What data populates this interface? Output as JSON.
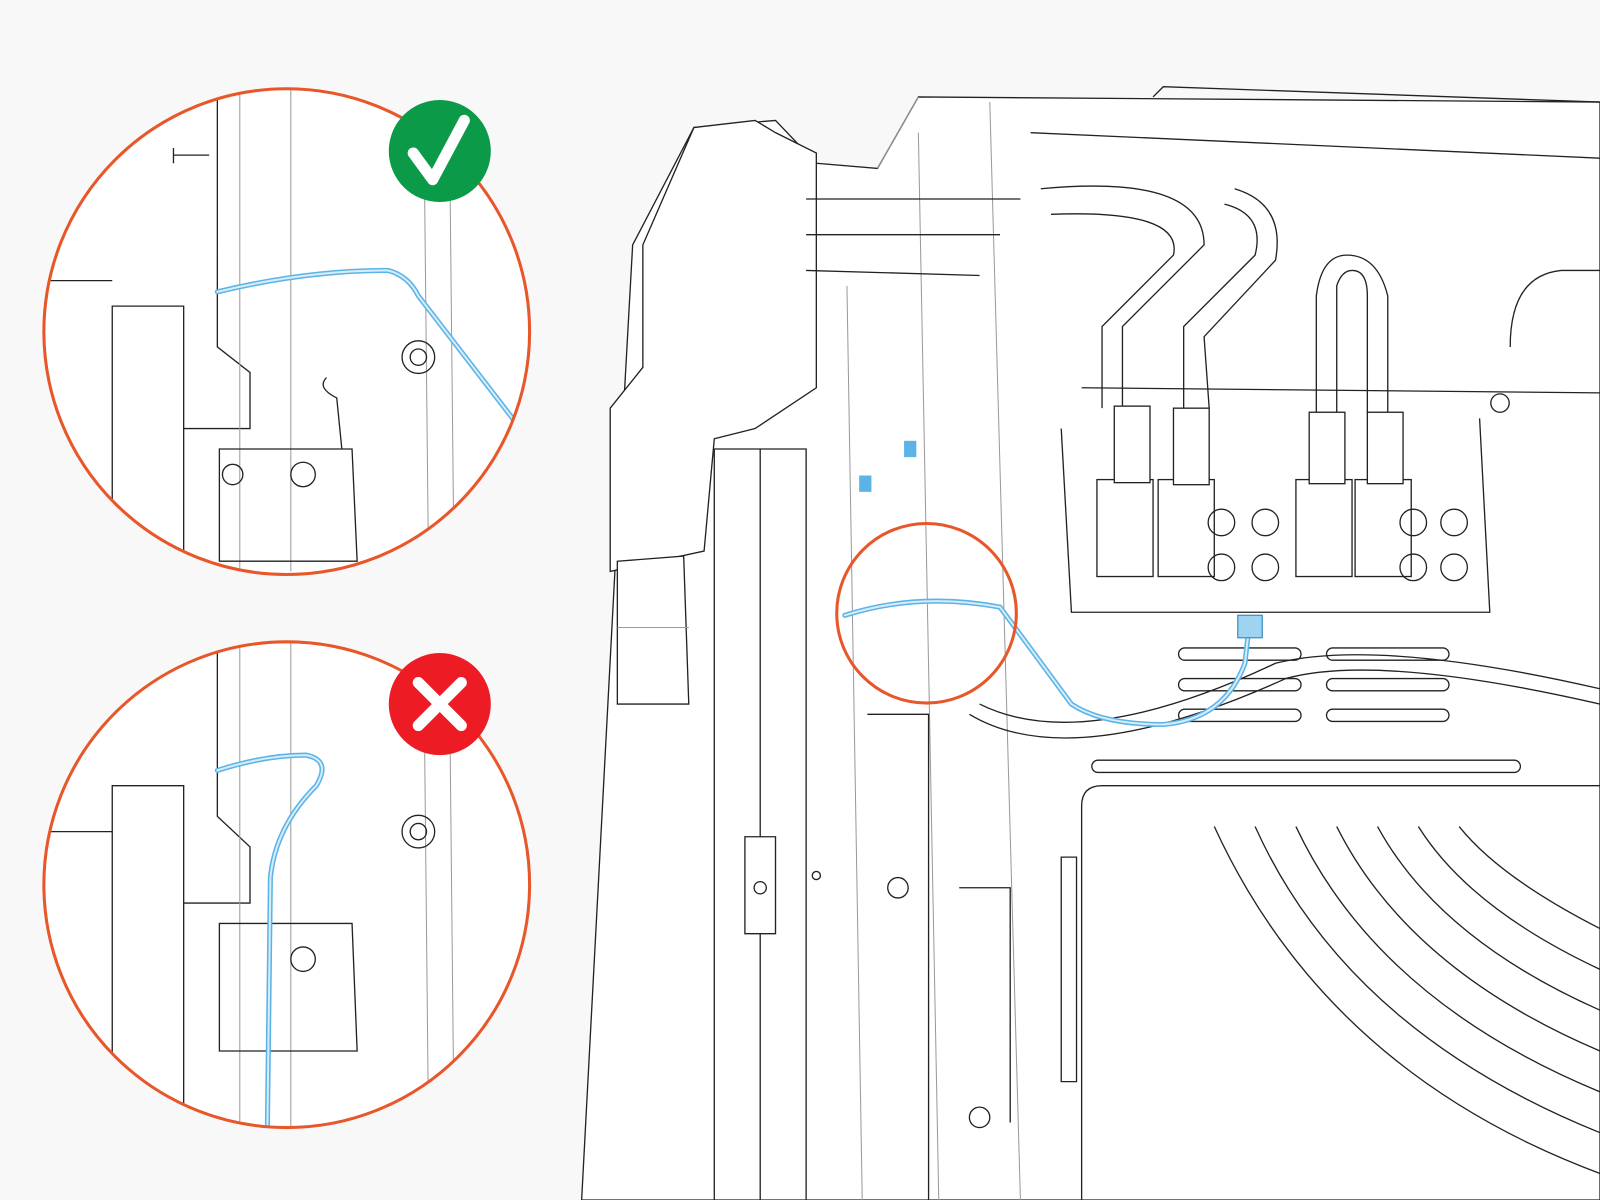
{
  "figure": {
    "callouts": [
      {
        "id": "correct",
        "status": "correct",
        "badge_icon": "checkmark-icon",
        "badge_color": "#0a9a48"
      },
      {
        "id": "incorrect",
        "status": "incorrect",
        "badge_icon": "x-mark-icon",
        "badge_color": "#ed1c24"
      }
    ],
    "highlight_ring_color": "#e8572a",
    "cable_color": "#5bb3e6",
    "line_color": "#222222",
    "background_color": "#f8f8f8"
  }
}
